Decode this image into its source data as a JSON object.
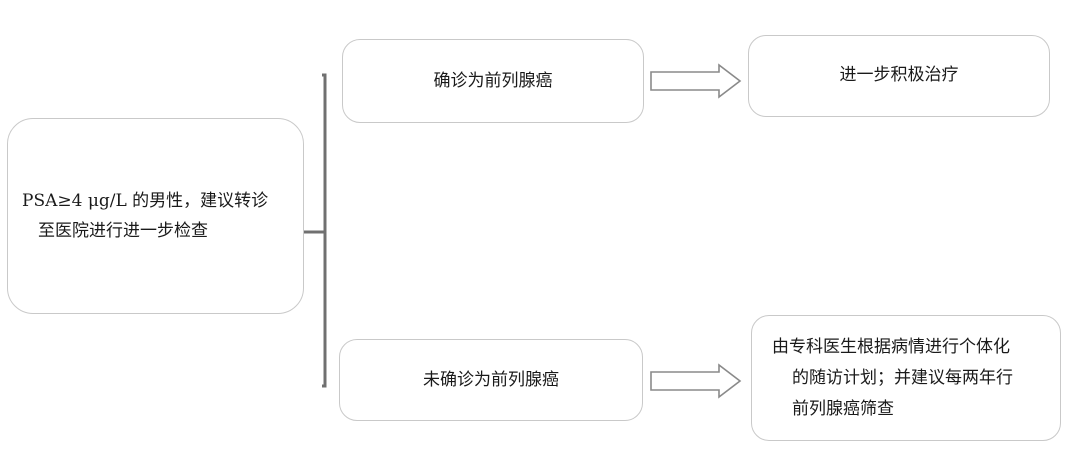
{
  "diagram": {
    "start": {
      "line1": "PSA≥4 μg/L 的男性，建议转诊",
      "line2": "至医院进行进一步检查"
    },
    "branch_confirmed": {
      "label": "确诊为前列腺癌"
    },
    "branch_unconfirmed": {
      "label": "未确诊为前列腺癌"
    },
    "outcome_treatment": {
      "label": "进一步积极治疗"
    },
    "outcome_followup": {
      "line1": "由专科医生根据病情进行个体化",
      "line2": "的随访计划；并建议每两年行",
      "line3": "前列腺癌筛查"
    },
    "colors": {
      "box_border": "#c9c9c9",
      "bracket": "#707070",
      "arrow_stroke": "#8a8a8a",
      "text": "#1a1a1a"
    }
  }
}
